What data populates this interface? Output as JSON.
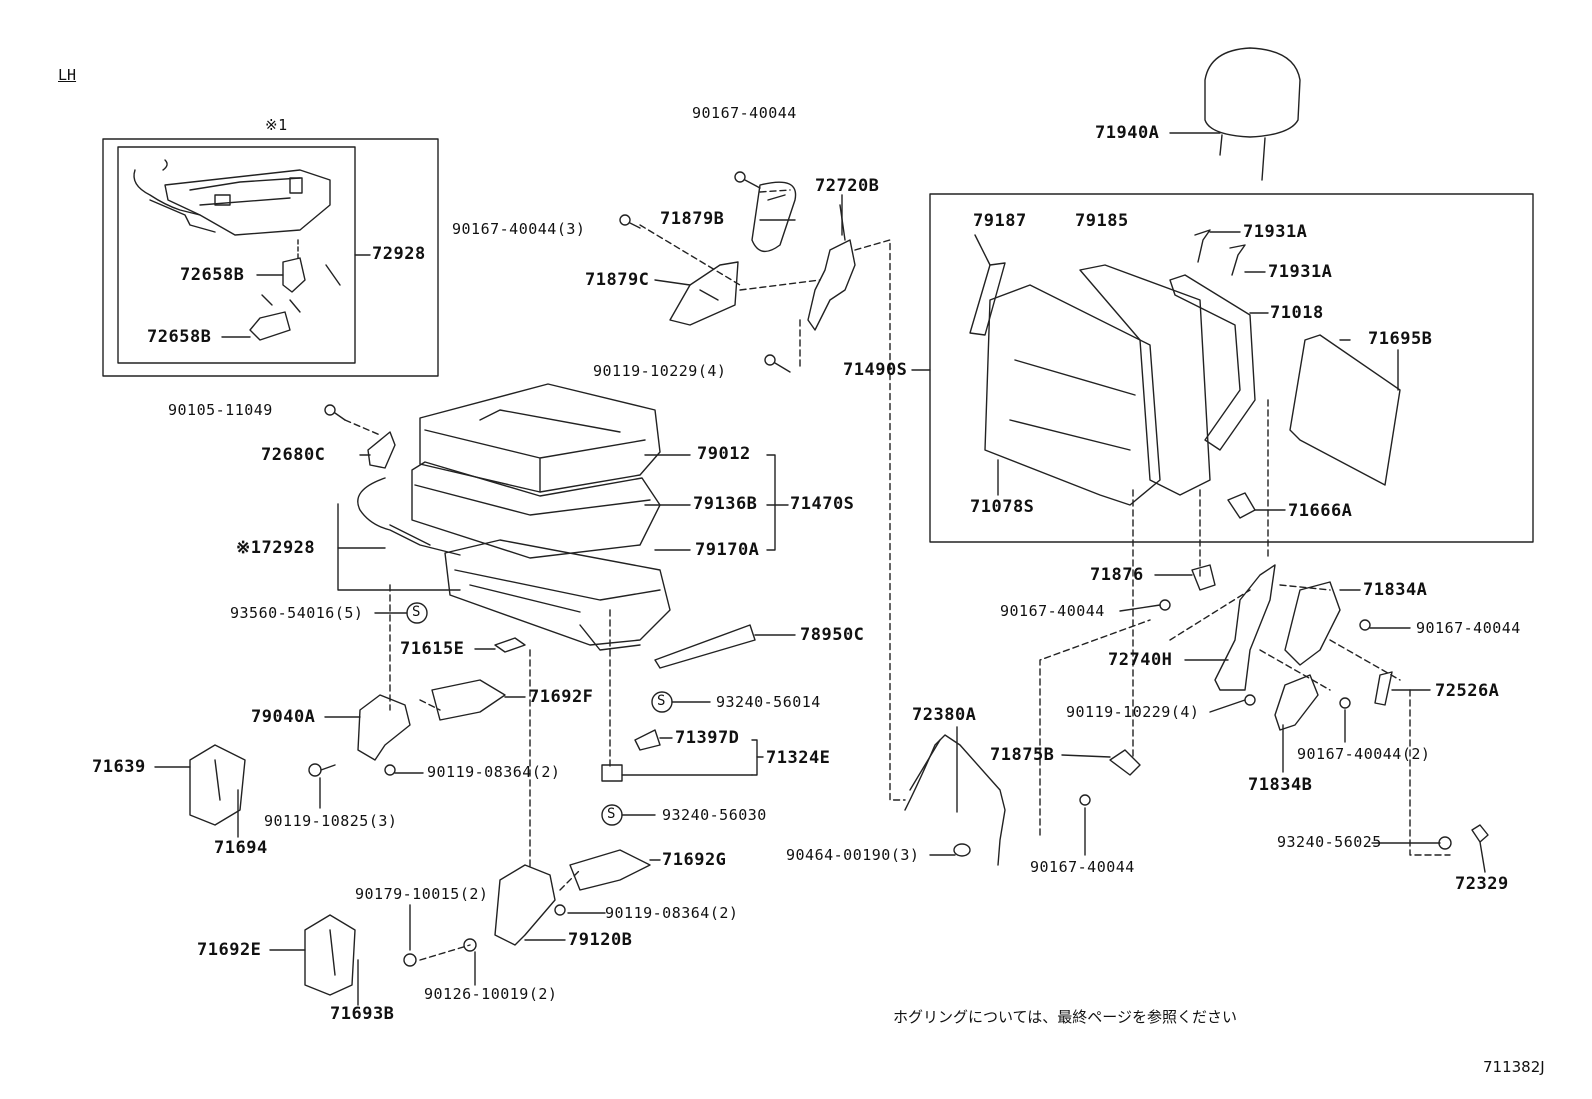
{
  "header": {
    "side_label": "LH",
    "inset_marker": "※1"
  },
  "parts": {
    "p90167_40044_top": "90167-40044",
    "p90167_40044_3": "90167-40044(3)",
    "p71879B": "71879B",
    "p72720B": "72720B",
    "p71879C": "71879C",
    "p90119_10229_4_left": "90119-10229(4)",
    "p71490S": "71490S",
    "p72928": "72928",
    "p72658B_a": "72658B",
    "p72658B_b": "72658B",
    "p90105_11049": "90105-11049",
    "p72680C": "72680C",
    "p79012": "79012",
    "p79136B": "79136B",
    "p71470S": "71470S",
    "p172928": "※172928",
    "p79170A": "79170A",
    "p93560_54016": "93560-54016(5)",
    "p71615E": "71615E",
    "p78950C": "78950C",
    "p79040A": "79040A",
    "p71692F": "71692F",
    "p93240_56014": "93240-56014",
    "p71639": "71639",
    "p71397D": "71397D",
    "p71324E": "71324E",
    "p90119_08364_a": "90119-08364(2)",
    "p90119_10825": "90119-10825(3)",
    "p93240_56030": "93240-56030",
    "p71694": "71694",
    "p71692G": "71692G",
    "p90179_10015": "90179-10015(2)",
    "p90119_08364_b": "90119-08364(2)",
    "p79120B": "79120B",
    "p71692E": "71692E",
    "p90126_10019": "90126-10019(2)",
    "p71693B": "71693B",
    "p71940A": "71940A",
    "p79187": "79187",
    "p79185": "79185",
    "p71931A_a": "71931A",
    "p71931A_b": "71931A",
    "p71018": "71018",
    "p71695B": "71695B",
    "p71078S": "71078S",
    "p71666A": "71666A",
    "p71876": "71876",
    "p71834A": "71834A",
    "p90167_40044_r1": "90167-40044",
    "p90167_40044_r2": "90167-40044",
    "p72740H": "72740H",
    "p72526A": "72526A",
    "p72380A": "72380A",
    "p90119_10229_4_right": "90119-10229(4)",
    "p90167_40044_2": "90167-40044(2)",
    "p71875B": "71875B",
    "p71834B": "71834B",
    "p90464_00190": "90464-00190(3)",
    "p90167_40044_bottom": "90167-40044",
    "p93240_56025": "93240-56025",
    "p72329": "72329"
  },
  "symbols": {
    "s_mark": "S"
  },
  "notes": {
    "hog_ring_note": "ホグリングについては、最終ページを参照ください",
    "illustration_number": "711382J"
  }
}
